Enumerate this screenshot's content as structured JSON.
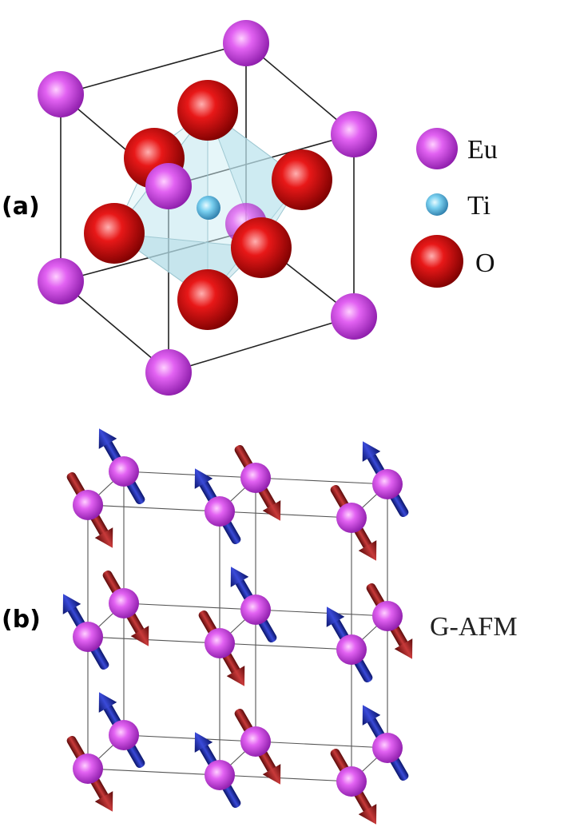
{
  "panel_a": {
    "label": "(a)",
    "legend": [
      {
        "element": "Eu",
        "color": "#d04de8"
      },
      {
        "element": "Ti",
        "color": "#6ccbef"
      },
      {
        "element": "O",
        "color": "#e01010"
      }
    ]
  },
  "panel_b": {
    "label": "(b)",
    "order_label": "G-AFM",
    "spin_up_color": "#1a2aa8",
    "spin_down_color": "#9a1a1a"
  },
  "colors": {
    "eu": "#d04de8",
    "ti": "#6ccbef",
    "o": "#e01010",
    "octahedron": "#bfe6ee"
  }
}
